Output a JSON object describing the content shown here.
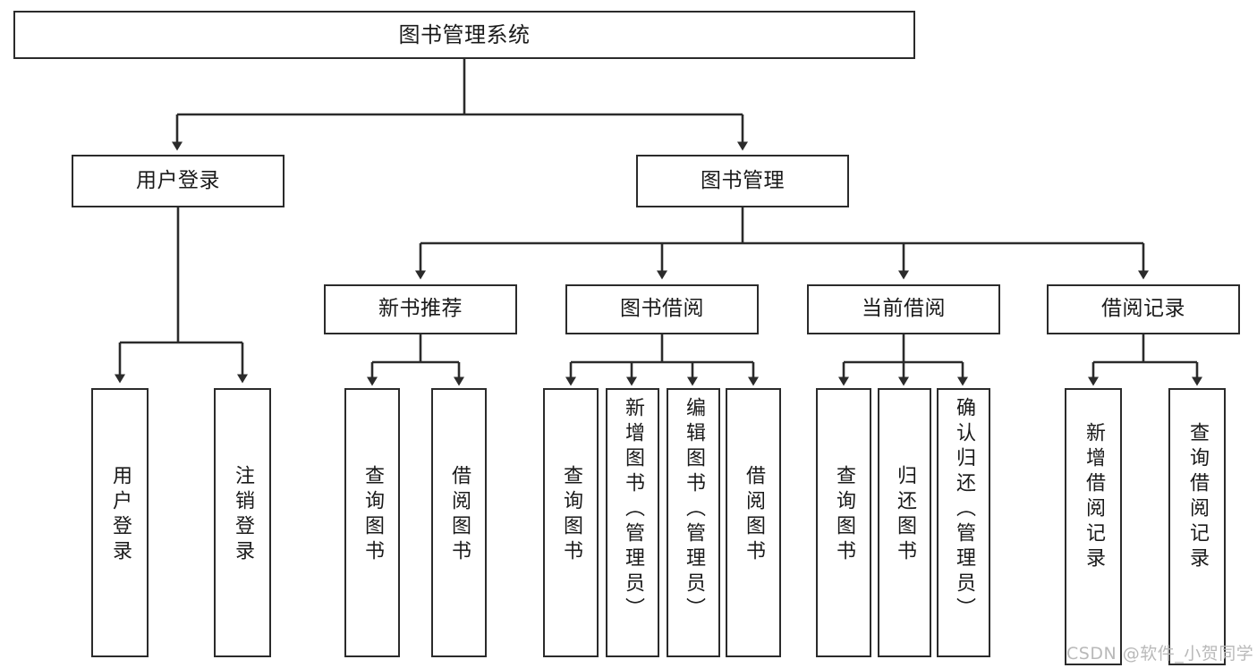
{
  "diagram": {
    "type": "tree-hierarchy",
    "title": "图书管理系统",
    "watermark": "CSDN @软件_小贺同学",
    "colors": {
      "box_border": "#2b2b2b",
      "box_fill": "#ffffff",
      "connector": "#2b2b2b",
      "text": "#1a1a1a",
      "watermark": "#b9b9b9",
      "background": "#ffffff"
    },
    "nodes": {
      "root": {
        "label": "图书管理系统"
      },
      "level2": [
        {
          "id": "user-login",
          "label": "用户登录"
        },
        {
          "id": "book-manage",
          "label": "图书管理"
        }
      ],
      "level3": [
        {
          "id": "new-book-rec",
          "label": "新书推荐"
        },
        {
          "id": "book-borrow",
          "label": "图书借阅"
        },
        {
          "id": "current-borrow",
          "label": "当前借阅"
        },
        {
          "id": "borrow-record",
          "label": "借阅记录"
        }
      ],
      "leaves": [
        {
          "id": "leaf-user-login",
          "label": "用户登录",
          "parent": "user-login"
        },
        {
          "id": "leaf-logout",
          "label": "注销登录",
          "parent": "user-login"
        },
        {
          "id": "leaf-query-book-1",
          "label": "查询图书",
          "parent": "new-book-rec"
        },
        {
          "id": "leaf-borrow-book-1",
          "label": "借阅图书",
          "parent": "new-book-rec"
        },
        {
          "id": "leaf-query-book-2",
          "label": "查询图书",
          "parent": "book-borrow"
        },
        {
          "id": "leaf-add-book",
          "label": "新增图书（管理员）",
          "parent": "book-borrow"
        },
        {
          "id": "leaf-edit-book",
          "label": "编辑图书（管理员）",
          "parent": "book-borrow"
        },
        {
          "id": "leaf-borrow-book-2",
          "label": "借阅图书",
          "parent": "book-borrow"
        },
        {
          "id": "leaf-query-book-3",
          "label": "查询图书",
          "parent": "current-borrow"
        },
        {
          "id": "leaf-return-book",
          "label": "归还图书",
          "parent": "current-borrow"
        },
        {
          "id": "leaf-confirm-return",
          "label": "确认归还（管理员）",
          "parent": "current-borrow"
        },
        {
          "id": "leaf-add-record",
          "label": "新增借阅记录",
          "parent": "borrow-record"
        },
        {
          "id": "leaf-query-record",
          "label": "查询借阅记录",
          "parent": "borrow-record"
        }
      ]
    }
  }
}
